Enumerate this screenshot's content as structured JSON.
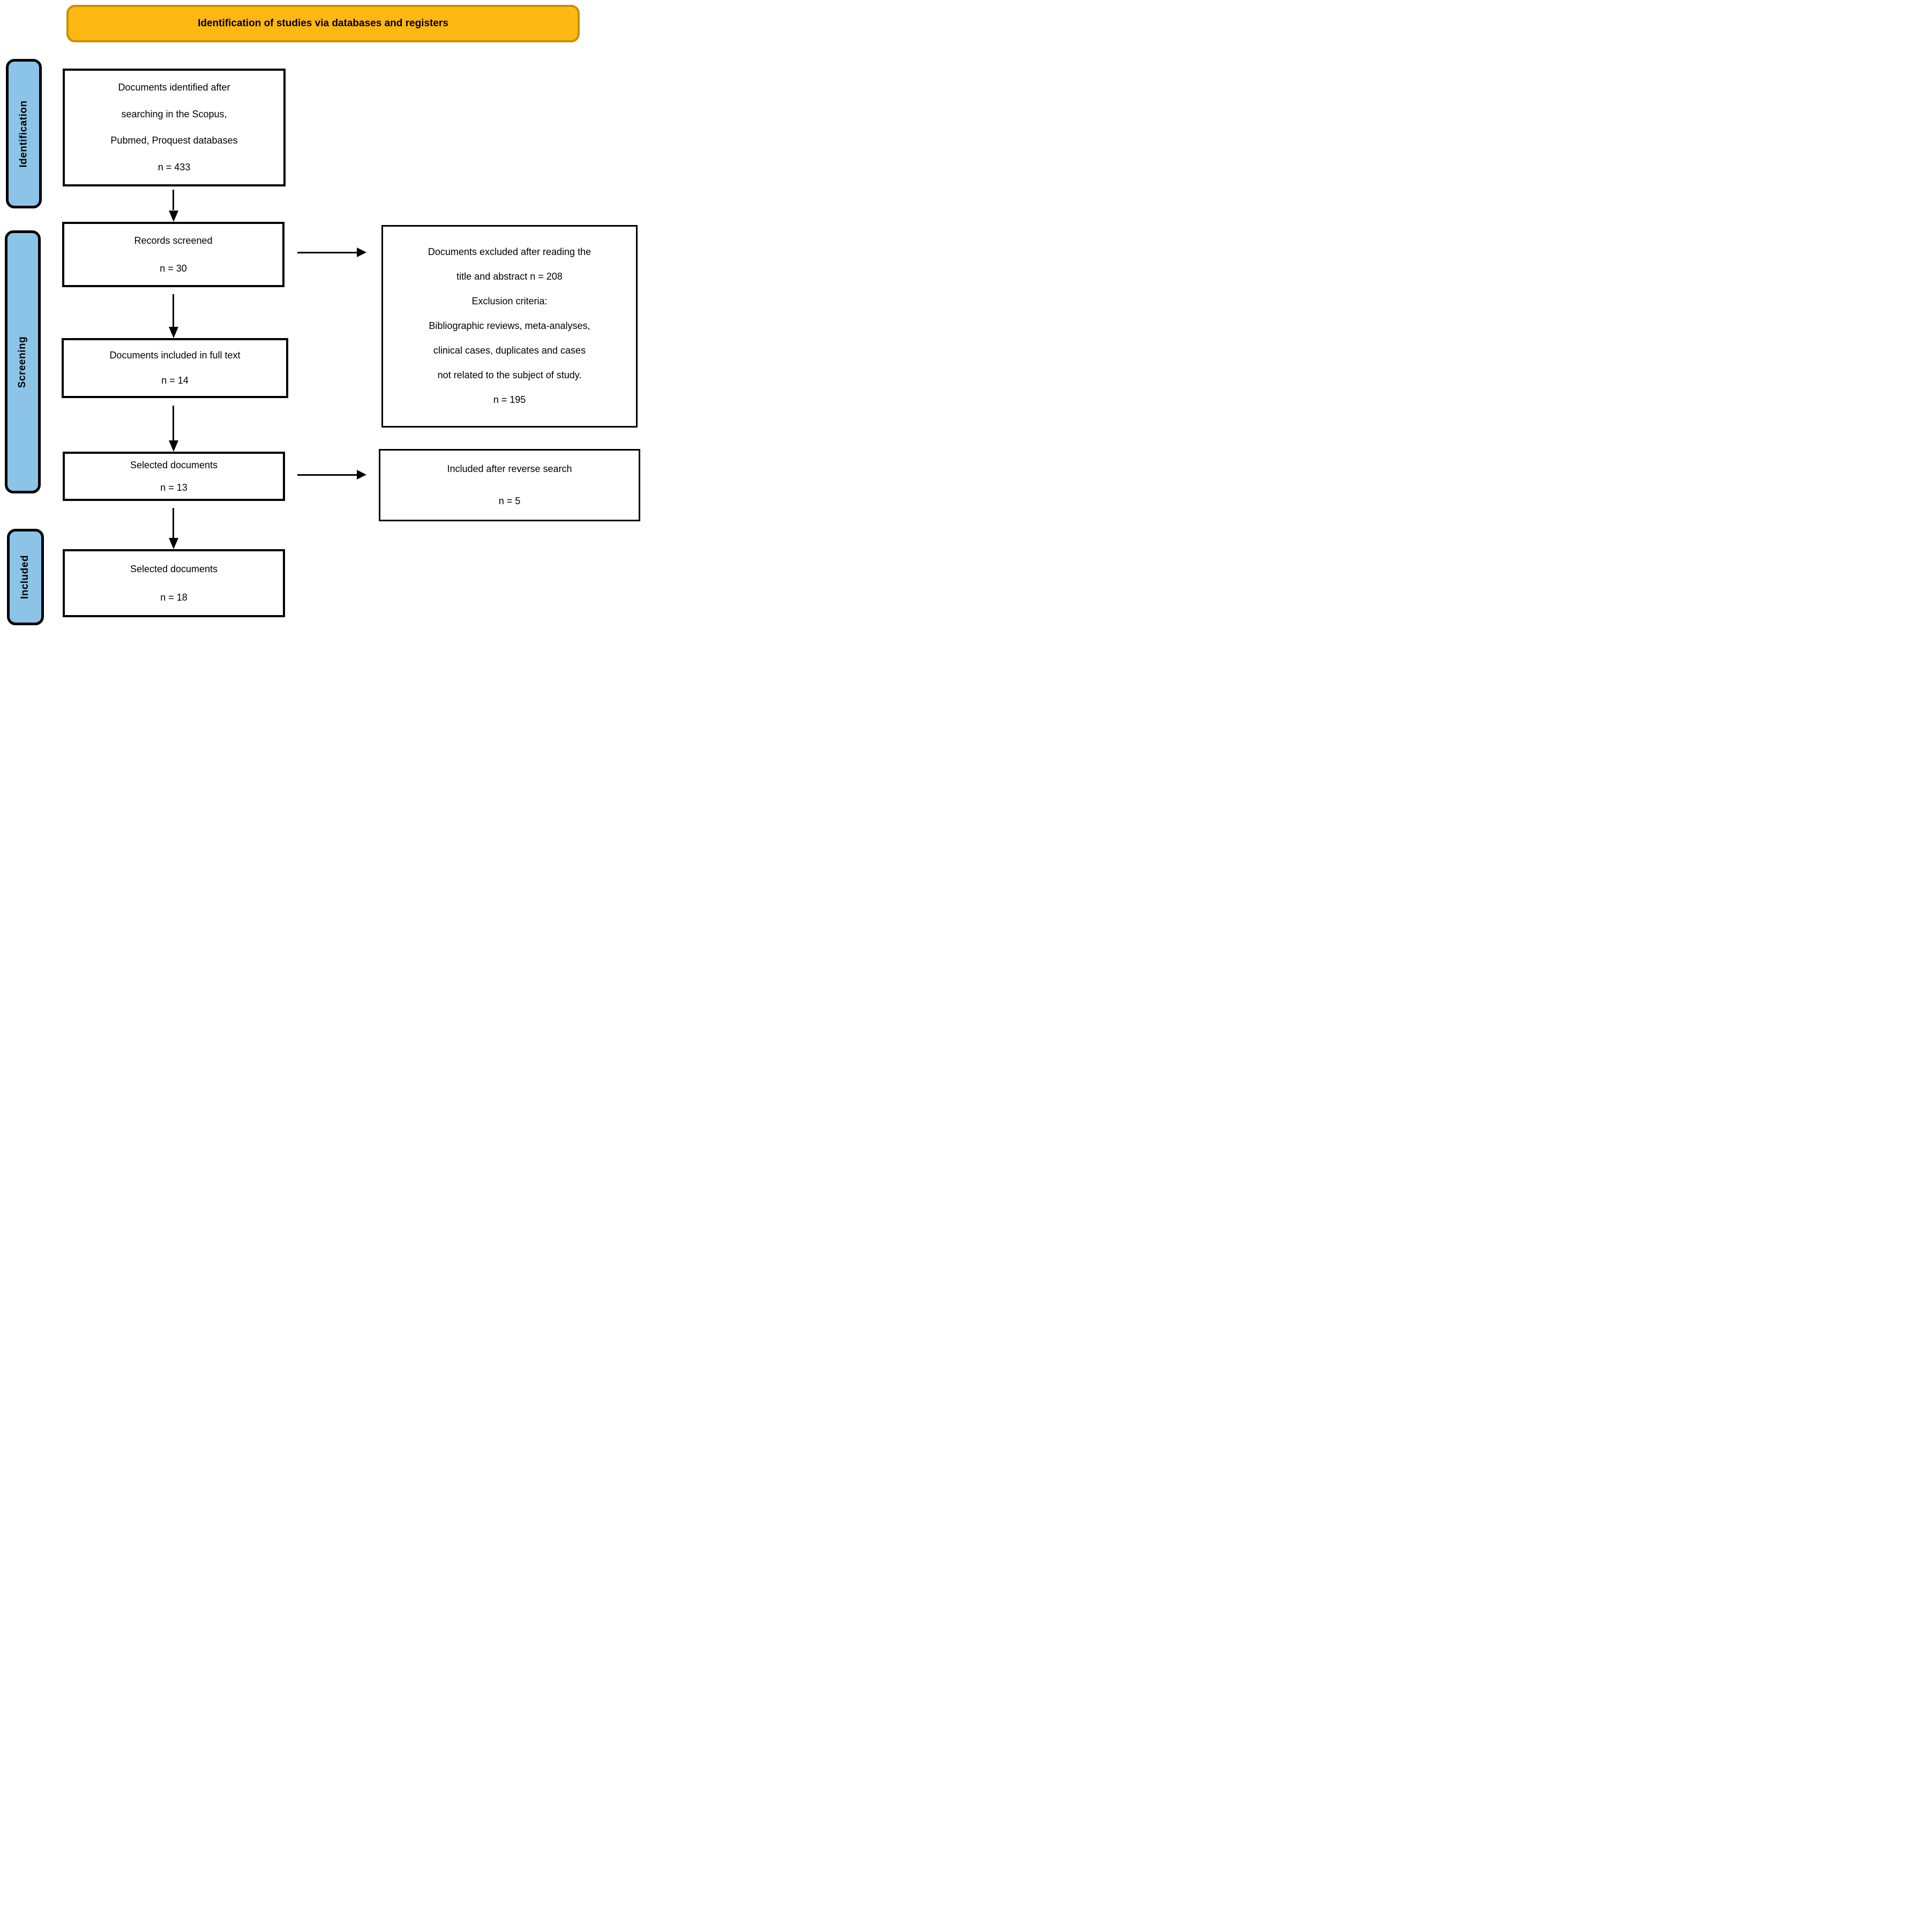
{
  "title": "Identification of studies via databases and registers",
  "stages": [
    {
      "label": "Identification"
    },
    {
      "label": "Screening"
    },
    {
      "label": "Included"
    }
  ],
  "boxes": {
    "identified": {
      "lines": [
        "Documents identified after",
        "searching in the Scopus,",
        "Pubmed, Proquest databases",
        "n = 433"
      ]
    },
    "screened": {
      "lines": [
        "Records screened",
        "n = 30"
      ]
    },
    "fulltext": {
      "lines": [
        "Documents included in full text",
        "n = 14"
      ]
    },
    "selected13": {
      "lines": [
        "Selected documents",
        "n = 13"
      ]
    },
    "selected18": {
      "lines": [
        "Selected documents",
        "n = 18"
      ]
    },
    "excluded": {
      "lines": [
        "Documents excluded after reading the",
        "title and abstract n = 208",
        "Exclusion criteria:",
        "Bibliographic reviews, meta-analyses,",
        "clinical cases, duplicates and cases",
        "not related to the subject of study.",
        "n = 195"
      ]
    },
    "reverse": {
      "lines": [
        "Included after reverse search",
        "n = 5"
      ]
    }
  },
  "colors": {
    "banner_fill": "#FDB813",
    "banner_border": "#C99000",
    "stage_fill": "#8CC4E8",
    "stage_border": "#000000",
    "box_border": "#000000",
    "text": "#000000",
    "background": "#FFFFFF"
  }
}
